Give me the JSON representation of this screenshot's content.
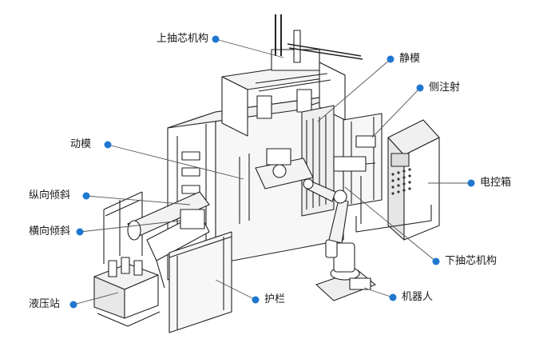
{
  "labels": {
    "upper_core_puller": "上抽芯机构",
    "static_mold": "静模",
    "side_injection": "侧注射",
    "moving_mold": "动模",
    "control_box": "电控箱",
    "longitudinal_tilt": "纵向倾斜",
    "lateral_tilt": "横向倾斜",
    "lower_core_puller": "下抽芯机构",
    "guardrail": "护栏",
    "robot": "机器人",
    "hydraulic_station": "液压站"
  },
  "colors": {
    "line": "#222222",
    "leader": "#555555",
    "dot": "#1f77d0",
    "label": "#1a1a1a"
  }
}
